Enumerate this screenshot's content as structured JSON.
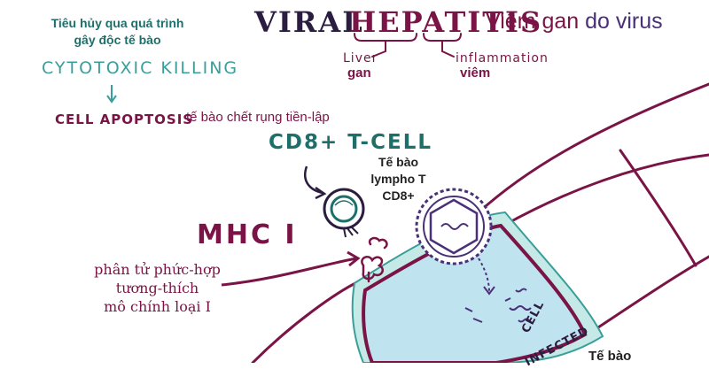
{
  "title": {
    "viral": "VIRAL",
    "hepatitis": "HEPATITIS",
    "vn_prefix": "Viêm gan",
    "vn_suffix": "do virus"
  },
  "etymology": {
    "liver_en": "Liver",
    "liver_vn": "gan",
    "inflammation_en": "inflammation",
    "inflammation_vn": "viêm"
  },
  "mechanism": {
    "vn_line1": "Tiêu hủy qua quá trình",
    "vn_line2": "gây độc tế bào",
    "cytotoxic_en": "CYTOTOXIC KILLING",
    "apoptosis_en": "CELL APOPTOSIS",
    "apoptosis_vn": "tế bào chết rụng tiền-lập"
  },
  "tcell": {
    "label_en": "CD8+ T-CELL",
    "vn_line1": "Tế bào",
    "vn_line2": "lympho T",
    "vn_line3": "CD8+"
  },
  "mhc": {
    "label_en": "MHC I",
    "vn_line1": "phân tử phức-hợp",
    "vn_line2": "tương-thích",
    "vn_line3": "mô chính loại I"
  },
  "infected_cell": {
    "label_line1": "CELL",
    "label_line2": "INFECTED",
    "vn_partial": "Tế bào"
  },
  "colors": {
    "teal": "#3a9e9a",
    "plum": "#7a1446",
    "navy": "#2b1d40",
    "violet": "#4a3078",
    "cell_fill": "#bfe4ef",
    "membrane": "#c5e9e6",
    "tissue_outline": "#7a1446"
  }
}
